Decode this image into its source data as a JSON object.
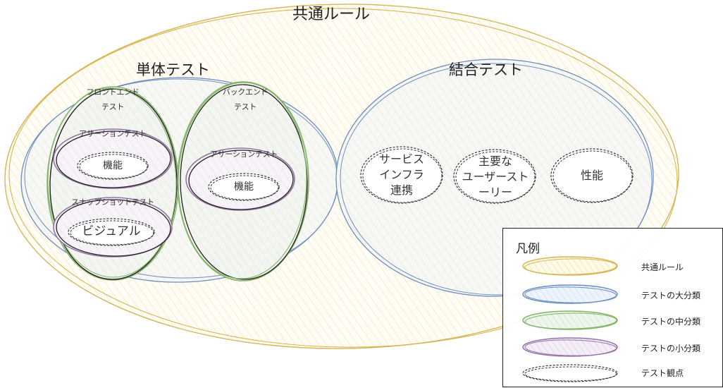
{
  "diagram": {
    "common_rules": {
      "label": "共通ルール"
    },
    "unit_test": {
      "label": "単体テスト",
      "frontend": {
        "label_line1": "フロントエンド",
        "label_line2": "テスト",
        "assertion": {
          "label": "アサーションテスト",
          "viewpoint": "機能"
        },
        "snapshot": {
          "label": "スナップショットテスト",
          "viewpoint": "ビジュアル"
        }
      },
      "backend": {
        "label_line1": "バックエンド",
        "label_line2": "テスト",
        "assertion": {
          "label": "アサーションテスト",
          "viewpoint": "機能"
        }
      }
    },
    "integration_test": {
      "label": "結合テスト",
      "viewpoints": [
        {
          "lines": [
            "サービス",
            "インフラ",
            "連携"
          ]
        },
        {
          "lines": [
            "主要な",
            "ユーザースト",
            "ーリー"
          ]
        },
        {
          "lines": [
            "性能"
          ]
        }
      ]
    }
  },
  "legend": {
    "title": "凡例",
    "items": [
      {
        "label": "共通ルール",
        "stroke": "#d6b656",
        "fill": "#fff2cc"
      },
      {
        "label": "テストの大分類",
        "stroke": "#6c8ebf",
        "fill": "#dae8fc"
      },
      {
        "label": "テストの中分類",
        "stroke": "#82b366",
        "fill": "#d5e8d4"
      },
      {
        "label": "テストの小分類",
        "stroke": "#9673a6",
        "fill": "#e1d5e7"
      },
      {
        "label": "テスト観点",
        "stroke": "#333333",
        "fill": "none"
      }
    ]
  },
  "colors": {
    "common": "#d6b656",
    "common_fill": "#fff2cc",
    "large": "#6c8ebf",
    "large_fill": "#dae8fc",
    "mid": "#82b366",
    "mid_fill": "#d5e8d4",
    "small": "#9673a6",
    "small_fill": "#e1d5e7",
    "viewpoint": "#333333"
  }
}
